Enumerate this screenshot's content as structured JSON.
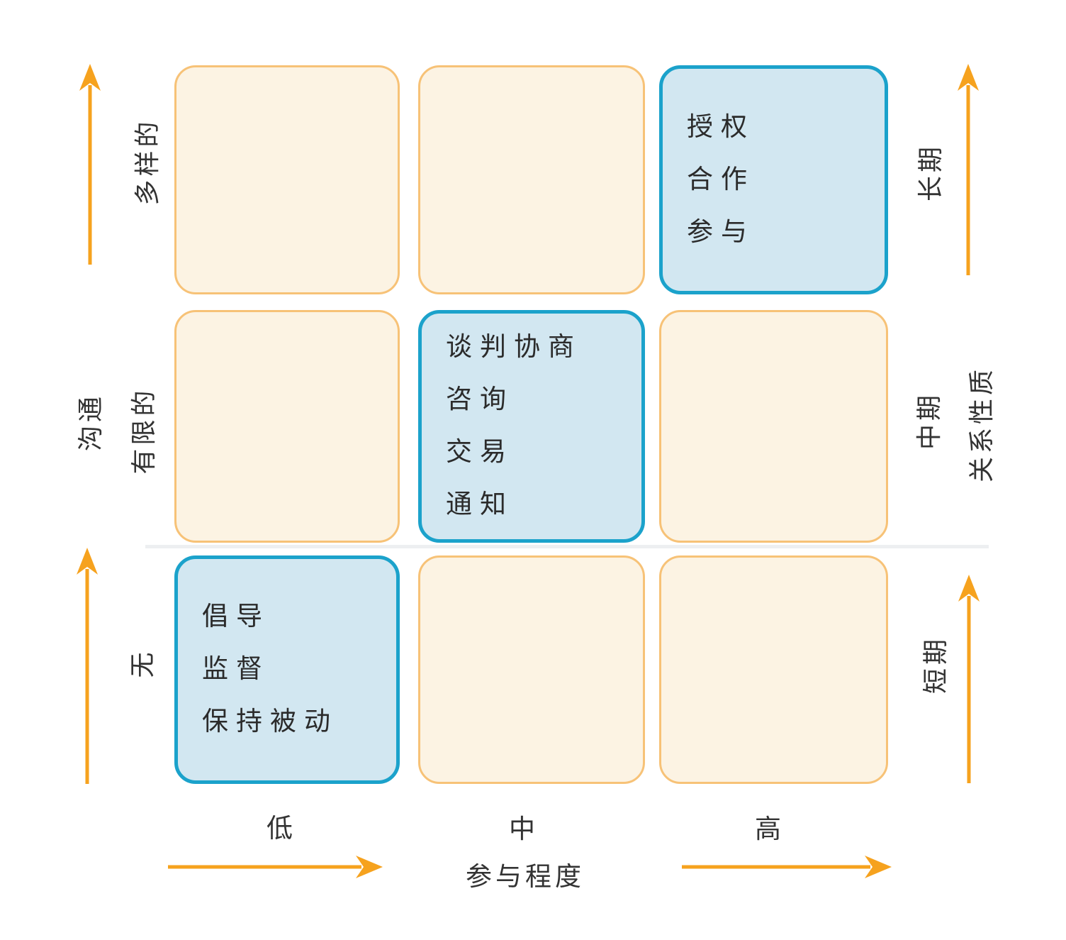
{
  "matrix": {
    "cells": {
      "empower": {
        "items": [
          "授权",
          "合作",
          "参与"
        ]
      },
      "negotiate": {
        "items": [
          "谈判协商",
          "咨询",
          "交易",
          "通知"
        ]
      },
      "advocate": {
        "items": [
          "倡导",
          "监督",
          "保持被动"
        ]
      }
    }
  },
  "axis_left": {
    "title": "沟通",
    "tick_top": "多样的",
    "tick_middle": "有限的",
    "tick_bottom": "无"
  },
  "axis_right": {
    "title": "关系性质",
    "tick_top": "长期",
    "tick_middle": "中期",
    "tick_bottom": "短期"
  },
  "axis_bottom": {
    "title": "参与程度",
    "tick_low": "低",
    "tick_mid": "中",
    "tick_high": "高"
  },
  "colors": {
    "cream_fill": "#FCF3E3",
    "cream_border": "#F7C277",
    "blue_fill": "#D2E7F1",
    "blue_border": "#1BA2CB",
    "arrow_orange": "#F6A21E",
    "text": "#2B2B2B"
  }
}
